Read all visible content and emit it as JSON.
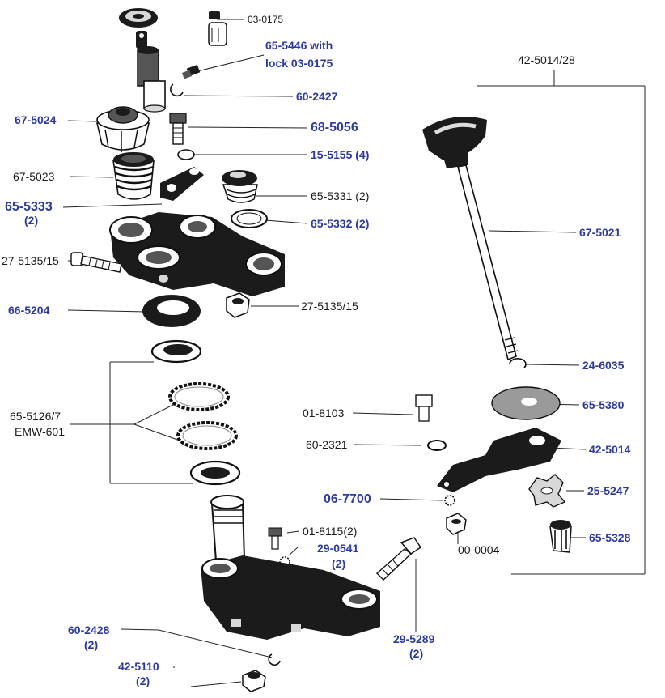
{
  "labels": {
    "p03_0175": "03-0175",
    "p65_5446_line1": "65-5446 with",
    "p65_5446_line2": "lock 03-0175",
    "p60_2427": "60-2427",
    "p67_5024": "67-5024",
    "p68_5056": "68-5056",
    "p15_5155": "15-5155 (4)",
    "p67_5023": "67-5023",
    "p65_5333": "65-5333",
    "p65_5333_qty": "(2)",
    "p65_5331": "65-5331 (2)",
    "p65_5332": "65-5332 (2)",
    "p27_5135_15_left": "27-5135/15",
    "p27_5135_15_right": "27-5135/15",
    "p66_5204": "66-5204",
    "p65_5126_line1": "65-5126/7",
    "p65_5126_line2": "EMW-601",
    "p42_5014_28": "42-5014/28",
    "p67_5021": "67-5021",
    "p24_6035": "24-6035",
    "p01_8103": "01-8103",
    "p65_5380": "65-5380",
    "p60_2321": "60-2321",
    "p42_5014": "42-5014",
    "p06_7700": "06-7700",
    "p25_5247": "25-5247",
    "p01_8115": "01-8115(2)",
    "p29_0541": "29-0541",
    "p29_0541_qty": "(2)",
    "p00_0004": "00-0004",
    "p65_5328": "65-5328",
    "p60_2428": "60-2428",
    "p60_2428_qty": "(2)",
    "p29_5289": "29-5289",
    "p29_5289_qty": "(2)",
    "p42_5110": "42-5110",
    "p42_5110_qty": "(2)"
  },
  "colors": {
    "label_blue": "#2e3a9a",
    "label_black": "#1a1a1a",
    "line": "#222222"
  }
}
